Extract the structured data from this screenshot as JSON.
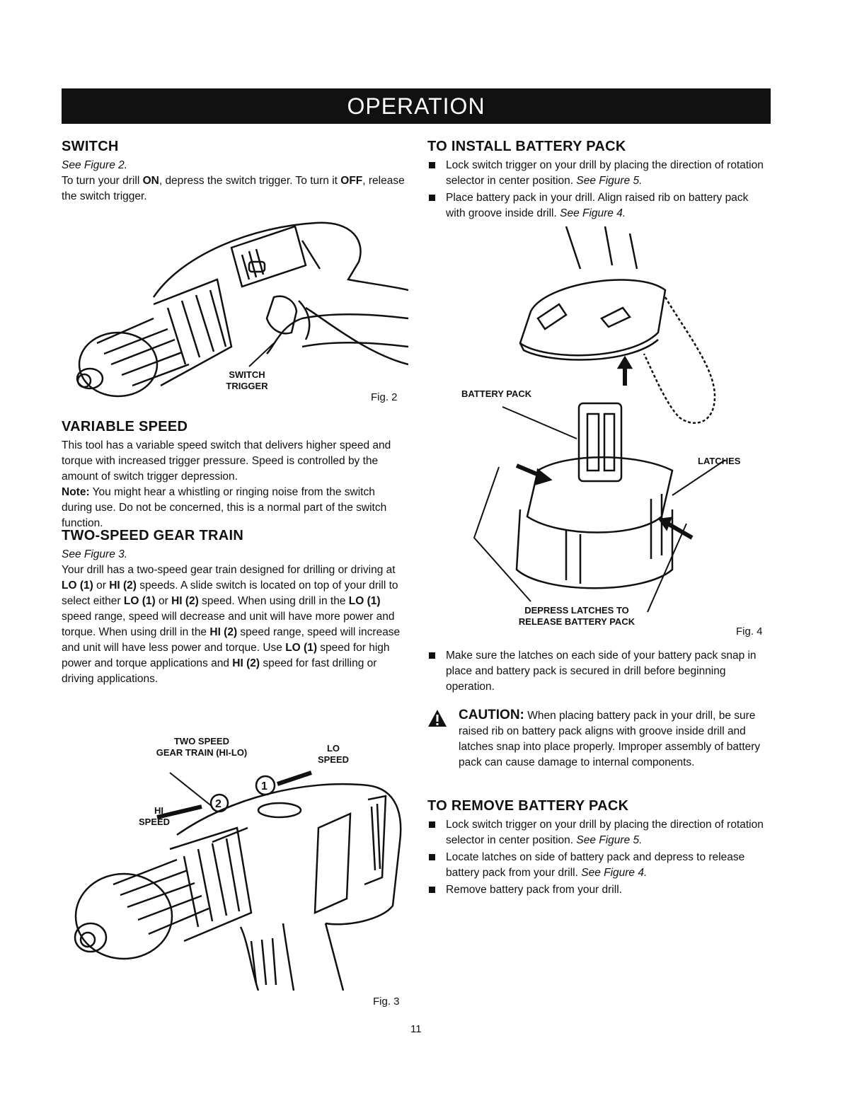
{
  "header": {
    "title": "OPERATION"
  },
  "switch": {
    "heading": "SWITCH",
    "ref": "See Figure 2.",
    "p1": "To turn your drill ",
    "on": "ON",
    "p2": ", depress the switch trigger. To turn it ",
    "off": "OFF",
    "p3": ", release the switch trigger."
  },
  "fig2": {
    "callout": "SWITCH\nTRIGGER",
    "label": "Fig. 2"
  },
  "variable_speed": {
    "heading": "VARIABLE SPEED",
    "body": "This tool has a variable speed switch that delivers higher speed and torque with increased trigger pressure. Speed is controlled by the amount of switch trigger depression.",
    "note_label": "Note:",
    "note": " You might hear a whistling or ringing noise from the switch during use. Do not be concerned, this is a normal part of the switch function."
  },
  "two_speed": {
    "heading": "TWO-SPEED GEAR TRAIN",
    "ref": "See Figure 3.",
    "t1": "Your drill has a two-speed gear train designed for drilling or driving at ",
    "lo1": "LO (1)",
    "t2": " or ",
    "hi2": "HI (2)",
    "t3": " speeds. A slide switch is located on top of your drill to select either ",
    "lo1b": "LO (1)",
    "t4": " or ",
    "hi2b": "HI (2)",
    "t5": " speed. When using drill in the ",
    "lo1c": "LO (1)",
    "t6": " speed range, speed will decrease and unit will have more power and torque. When using drill in the ",
    "hi2c": "HI (2)",
    "t7": " speed range, speed will increase and unit will have less power and torque. Use ",
    "lo1d": "LO (1)",
    "t8": " speed for high power and torque applications and ",
    "hi2d": "HI (2)",
    "t9": " speed for fast drilling or driving applications."
  },
  "fig3": {
    "callout_gear": "TWO SPEED\nGEAR TRAIN (HI-LO)",
    "callout_lo": "LO\nSPEED",
    "callout_hi": "HI\nSPEED",
    "label": "Fig. 3"
  },
  "install": {
    "heading": "TO INSTALL BATTERY PACK",
    "b1": "Lock switch trigger on your drill by placing the direction of rotation selector in center position. ",
    "b1_ref": "See Figure 5.",
    "b2": "Place battery pack in your drill. Align raised rib on battery pack with groove inside drill. ",
    "b2_ref": "See Figure 4."
  },
  "fig4": {
    "callout_battery": "BATTERY PACK",
    "callout_latches": "LATCHES",
    "callout_depress": "DEPRESS LATCHES TO\nRELEASE BATTERY PACK",
    "label": "Fig. 4"
  },
  "install_after": {
    "b3": "Make sure the latches on each side of your battery pack snap in place and battery pack is secured in drill before beginning operation."
  },
  "caution": {
    "word": "CAUTION:",
    "text": " When placing battery pack in your drill, be sure raised rib on battery pack aligns with groove inside drill and latches snap into place properly. Improper assembly of battery pack can cause damage to internal components."
  },
  "remove": {
    "heading": "TO REMOVE BATTERY PACK",
    "b1": "Lock switch trigger on your drill by placing the direction of rotation selector in center position. ",
    "b1_ref": "See Figure 5.",
    "b2": "Locate latches on side of battery pack and depress to release battery pack from your drill. ",
    "b2_ref": "See Figure 4.",
    "b3": "Remove battery pack from your drill."
  },
  "page": {
    "number": "11"
  }
}
